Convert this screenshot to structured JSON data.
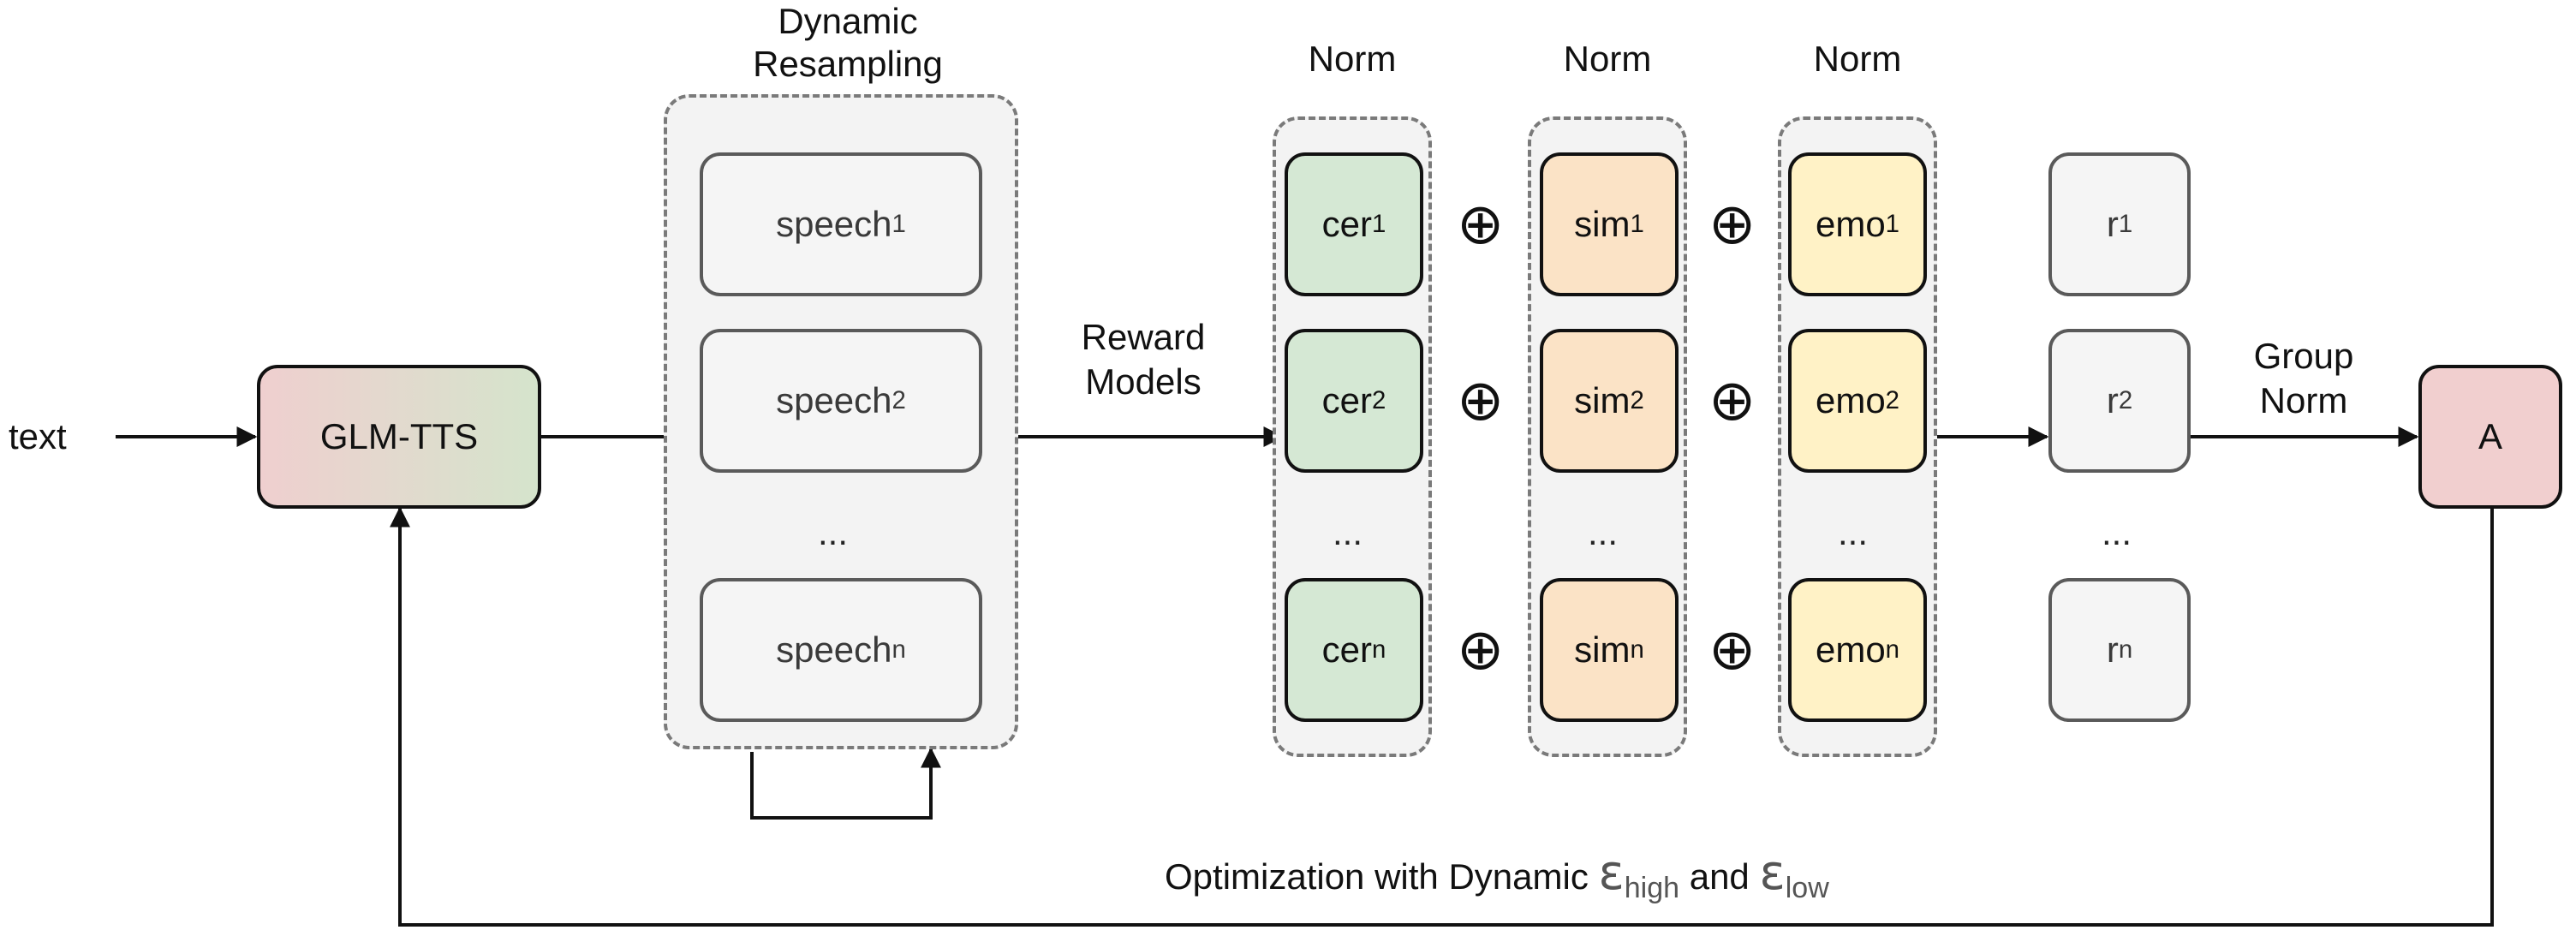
{
  "input_label": "text",
  "model_label": "GLM-TTS",
  "dynamic_resampling": {
    "title_line1": "Dynamic",
    "title_line2": "Resampling"
  },
  "speech": {
    "base": "speech",
    "subs": [
      "1",
      "2",
      "n"
    ],
    "ellipsis": "..."
  },
  "reward_models": {
    "line1": "Reward",
    "line2": "Models"
  },
  "norm_labels": [
    "Norm",
    "Norm",
    "Norm"
  ],
  "cer": {
    "base": "cer",
    "subs": [
      "1",
      "2",
      "n"
    ],
    "ellipsis": "..."
  },
  "sim": {
    "base": "sim",
    "subs": [
      "1",
      "2",
      "n"
    ],
    "ellipsis": "..."
  },
  "emo": {
    "base": "emo",
    "subs": [
      "1",
      "2",
      "n"
    ],
    "ellipsis": "..."
  },
  "oplus_symbol": "⊕",
  "rewards": {
    "base": "r",
    "subs": [
      "1",
      "2",
      "n"
    ],
    "ellipsis": "..."
  },
  "group_norm": {
    "line1": "Group",
    "line2": "Norm"
  },
  "advantage_label": "A",
  "optimization": {
    "prefix": "Optimization with Dynamic",
    "epsilon": "ε",
    "high": "high",
    "conj": "and",
    "low": "low"
  },
  "colors": {
    "cer_fill": "#d5e8d4",
    "sim_fill": "#fbe3c6",
    "emo_fill": "#fff2c6",
    "advantage_fill": "#f1cfcf",
    "group_fill": "#f3f3f3"
  }
}
